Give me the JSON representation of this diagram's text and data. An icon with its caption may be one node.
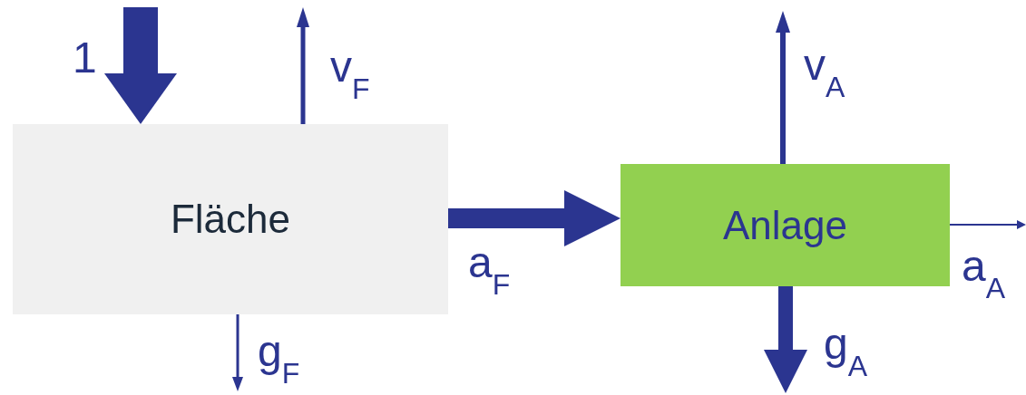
{
  "diagram": {
    "nodes": [
      {
        "text": [
          "Fläche"
        ]
      },
      {
        "text": [
          "Anlage"
        ]
      }
    ],
    "edges": [
      {
        "from": null,
        "to": 0,
        "arrow": "to",
        "label": "1",
        "style": "thick"
      },
      {
        "from": 0,
        "to": null,
        "arrow": "to",
        "label": "v$_{F}$"
      },
      {
        "from": 0,
        "to": null,
        "arrow": "to",
        "label": "g$_{F}$"
      },
      {
        "from": 0,
        "to": 1,
        "arrow": "to",
        "label": "a$_{F}$",
        "style": "thick"
      },
      {
        "from": 1,
        "to": null,
        "arrow": "to",
        "label": "v$_{A}$"
      },
      {
        "from": 1,
        "to": null,
        "arrow": "to",
        "label": "g$_{A}$",
        "style": "thick"
      },
      {
        "from": 1,
        "to": null,
        "arrow": "to",
        "label": "a$_{A}$"
      }
    ]
  }
}
